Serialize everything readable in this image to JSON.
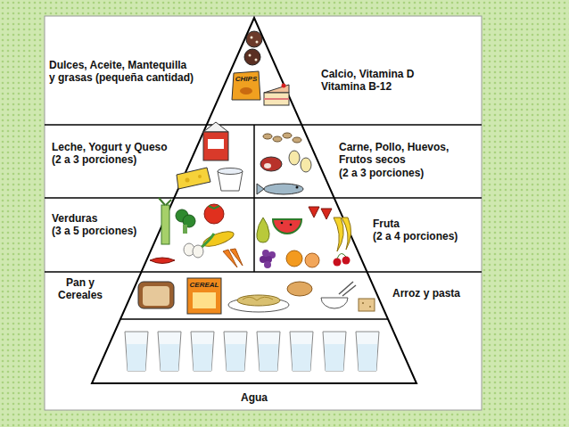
{
  "diagram": {
    "nodes": [
      {
        "text": [
          "Dulces, Aceite, Mantequilla y grasas (pequeña cantidad)",
          "Calcio, Vitamina D Vitamina B-12"
        ]
      },
      {
        "text": [
          "Leche, Yogurt y Queso",
          "(2 a 3 porciones)",
          "Carne, Pollo, Huevos, Frutos secos",
          "(2 a 3 porciones)"
        ]
      },
      {
        "text": [
          "Verduras",
          "(3 a 5 porciones)",
          "Fruta",
          "(2 a 4 porciones)"
        ]
      },
      {
        "text": [
          "Pan y Cereales",
          "Arroz y pasta"
        ]
      },
      {
        "text": [
          "Agua"
        ]
      }
    ],
    "labels": [
      "CHIPS",
      "CEREAL"
    ]
  }
}
